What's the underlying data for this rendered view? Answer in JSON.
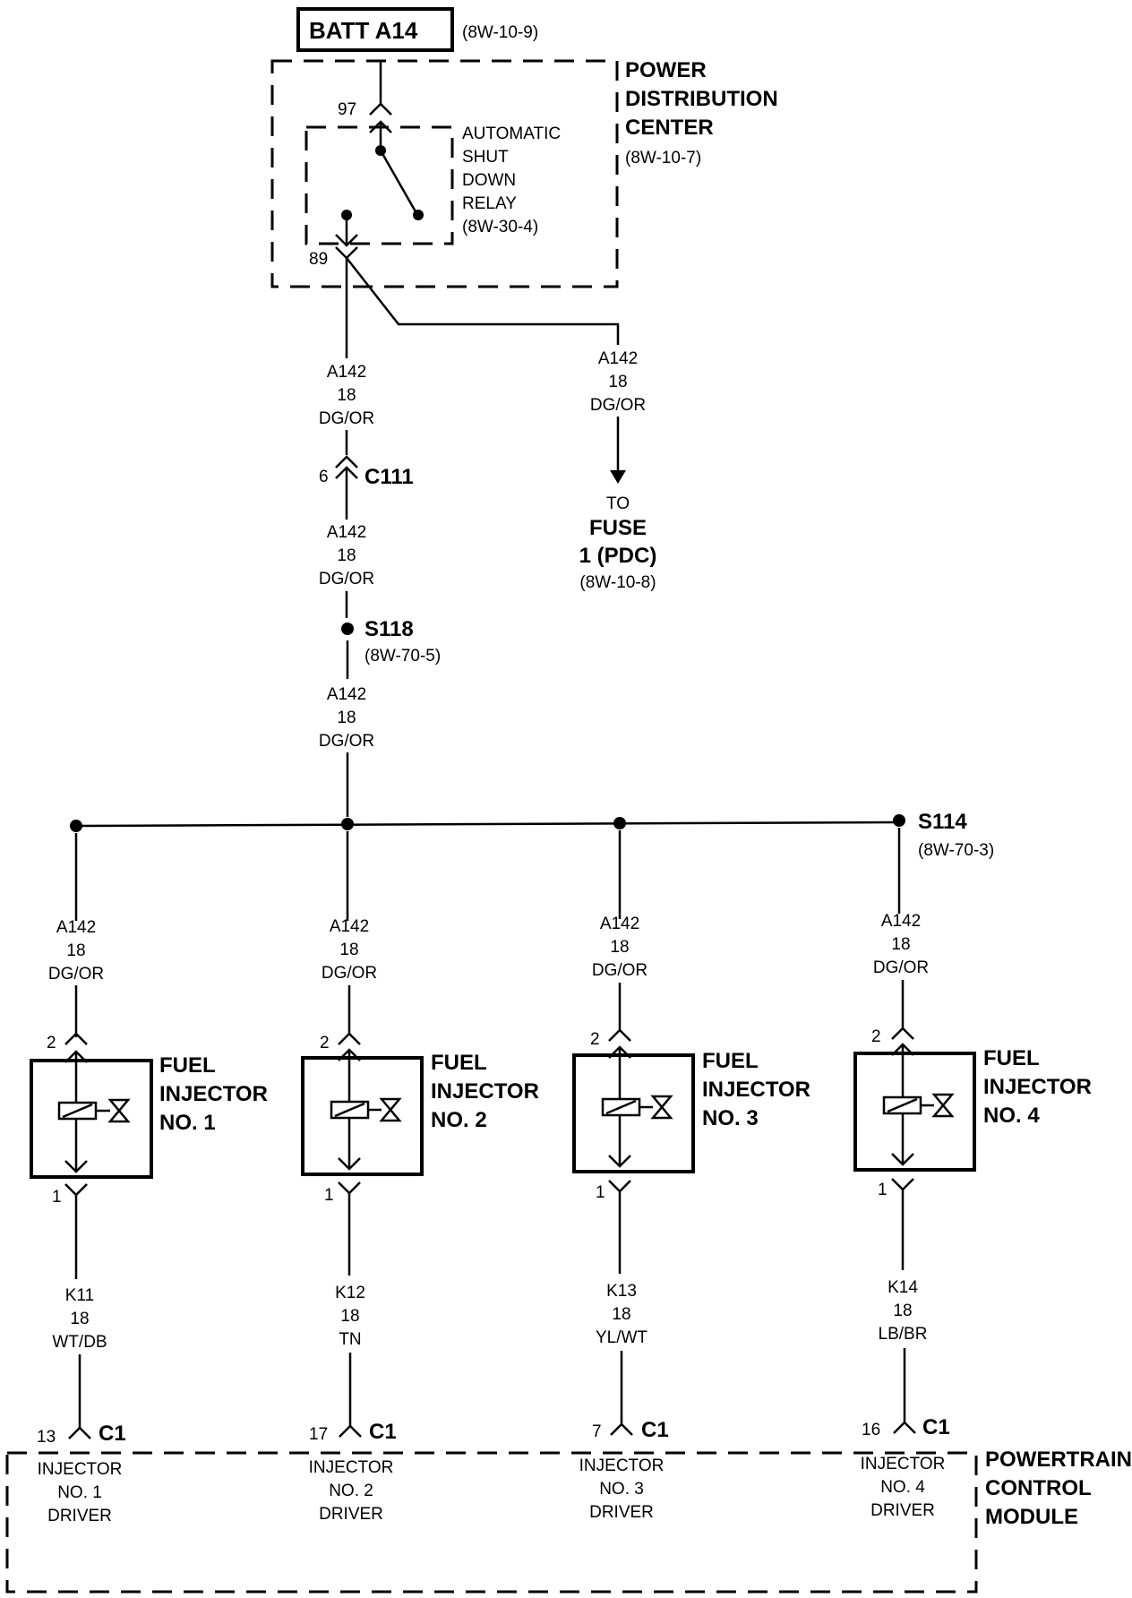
{
  "battery": {
    "label": "BATT A14",
    "ref": "(8W-10-9)"
  },
  "pdc": {
    "title": [
      "POWER",
      "DISTRIBUTION",
      "CENTER"
    ],
    "ref": "(8W-10-7)",
    "pin_in": "97",
    "pin_out": "89",
    "relay": {
      "lines": [
        "AUTOMATIC",
        "SHUT",
        "DOWN",
        "RELAY"
      ],
      "ref": "(8W-30-4)"
    }
  },
  "wire_main": {
    "circuit": "A142",
    "gauge": "18",
    "color": "DG/OR"
  },
  "fuse_branch": {
    "to": "TO",
    "name": "FUSE",
    "name2": "1 (PDC)",
    "ref": "(8W-10-8)"
  },
  "connector_c111": {
    "pin": "6",
    "name": "C111"
  },
  "splice_s118": {
    "name": "S118",
    "ref": "(8W-70-5)"
  },
  "splice_s114": {
    "name": "S114",
    "ref": "(8W-70-3)"
  },
  "injectors": [
    {
      "title": [
        "FUEL",
        "INJECTOR",
        "NO. 1"
      ],
      "pin_top": "2",
      "pin_bot": "1",
      "circuit": "K11",
      "gauge": "18",
      "color": "WT/DB",
      "pcm_pin": "13",
      "connector": "C1",
      "driver": [
        "INJECTOR",
        "NO. 1",
        "DRIVER"
      ]
    },
    {
      "title": [
        "FUEL",
        "INJECTOR",
        "NO. 2"
      ],
      "pin_top": "2",
      "pin_bot": "1",
      "circuit": "K12",
      "gauge": "18",
      "color": "TN",
      "pcm_pin": "17",
      "connector": "C1",
      "driver": [
        "INJECTOR",
        "NO. 2",
        "DRIVER"
      ]
    },
    {
      "title": [
        "FUEL",
        "INJECTOR",
        "NO. 3"
      ],
      "pin_top": "2",
      "pin_bot": "1",
      "circuit": "K13",
      "gauge": "18",
      "color": "YL/WT",
      "pcm_pin": "7",
      "connector": "C1",
      "driver": [
        "INJECTOR",
        "NO. 3",
        "DRIVER"
      ]
    },
    {
      "title": [
        "FUEL",
        "INJECTOR",
        "NO. 4"
      ],
      "pin_top": "2",
      "pin_bot": "1",
      "circuit": "K14",
      "gauge": "18",
      "color": "LB/BR",
      "pcm_pin": "16",
      "connector": "C1",
      "driver": [
        "INJECTOR",
        "NO. 4",
        "DRIVER"
      ]
    }
  ],
  "pcm": {
    "title": [
      "POWERTRAIN",
      "CONTROL",
      "MODULE"
    ]
  }
}
